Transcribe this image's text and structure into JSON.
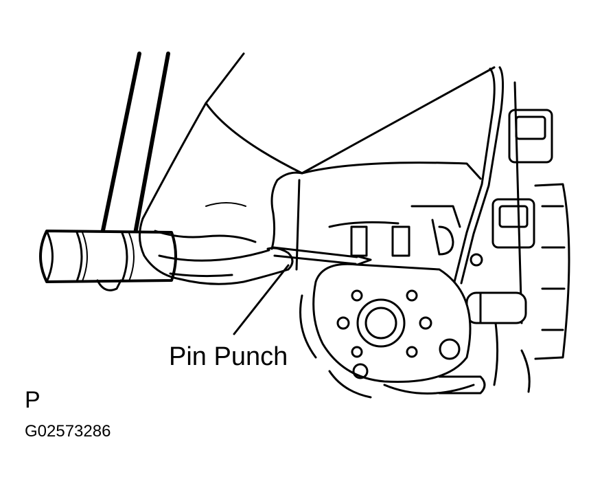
{
  "callouts": {
    "pin_punch": "Pin Punch"
  },
  "view_letter": "P",
  "figure_code": "G02573286",
  "colors": {
    "line": "#000000",
    "background": "#ffffff"
  }
}
